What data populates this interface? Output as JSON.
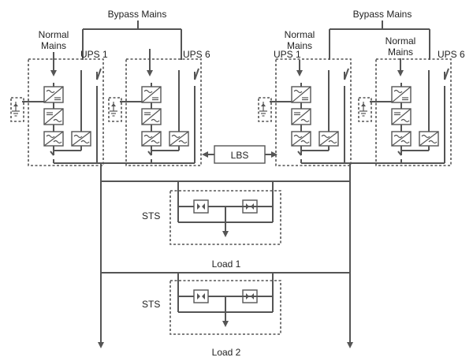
{
  "labels": {
    "bypass_mains_left": "Bypass Mains",
    "bypass_mains_right": "Bypass Mains",
    "normal_mains_left_1": "Normal",
    "normal_mains_left_2": "Mains",
    "normal_mains_right_a1": "Normal",
    "normal_mains_right_a2": "Mains",
    "normal_mains_right_b1": "Normal",
    "normal_mains_right_b2": "Mains",
    "ups1_left": "UPS 1",
    "ups6_left": "UPS 6",
    "ups1_right": "UPS 1",
    "ups6_right": "UPS 6",
    "lbs": "LBS",
    "sts_1": "STS",
    "sts_2": "STS",
    "load_1": "Load 1",
    "load_2": "Load 2"
  }
}
